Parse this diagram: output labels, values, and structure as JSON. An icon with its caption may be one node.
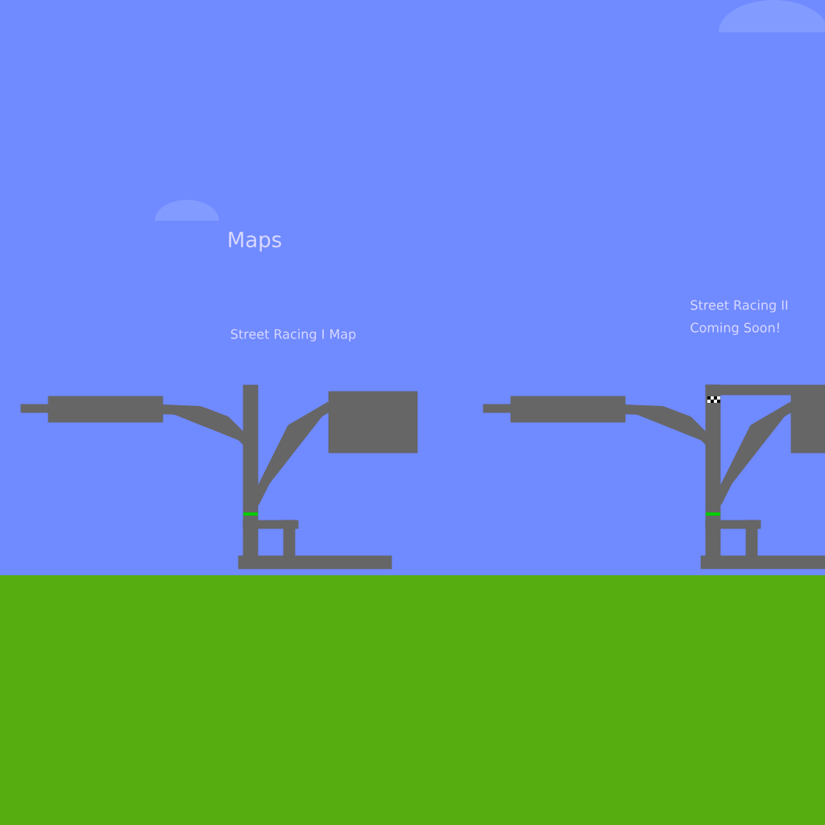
{
  "diagram": {
    "title": "Maps",
    "labels": [
      "Street Racing I Map",
      "Street Racing II",
      "Coming Soon!"
    ]
  }
}
